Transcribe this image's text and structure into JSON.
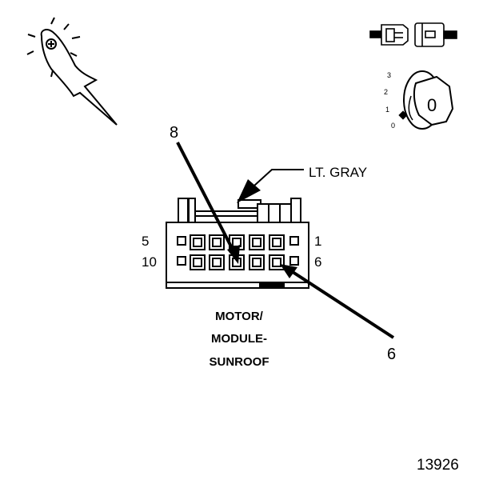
{
  "diagram": {
    "color_label": "LT. GRAY",
    "connector_name": [
      "MOTOR/",
      "MODULE-",
      "SUNROOF"
    ],
    "pin_labels": {
      "top_left": "5",
      "top_right": "1",
      "bottom_left": "10",
      "bottom_right": "6"
    },
    "probe_labels": {
      "upper": "8",
      "lower": "6"
    },
    "ignition_positions": [
      "3",
      "2",
      "1",
      "0"
    ],
    "key_letter": "0",
    "figure_number": "13926"
  },
  "icons": [
    "test-probe-icon",
    "disconnected-connector-icon",
    "ignition-key-icon"
  ]
}
